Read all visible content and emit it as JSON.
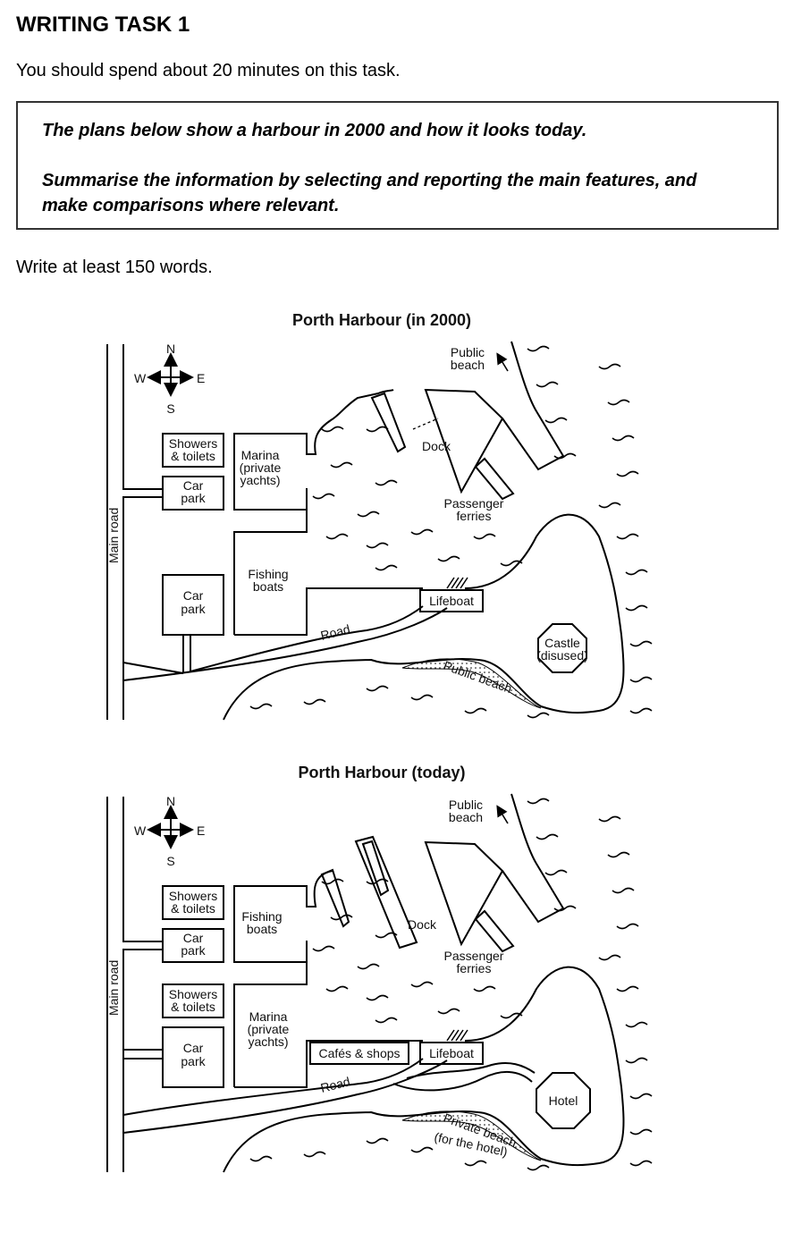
{
  "task": {
    "title": "WRITING TASK 1",
    "instruction": "You should spend about 20 minutes on this task.",
    "prompt_line1": "The plans below show a harbour in 2000 and how it looks today.",
    "prompt_line2": "Summarise the information by selecting and reporting the main features, and make comparisons where relevant.",
    "word_requirement": "Write at least 150 words."
  },
  "maps": [
    {
      "title": "Porth Harbour (in 2000)",
      "compass": {
        "n": "N",
        "s": "S",
        "e": "E",
        "w": "W"
      },
      "labels": {
        "main_road": "Main road",
        "showers1": "Showers",
        "showers2": "& toilets",
        "carpark_top1": "Car",
        "carpark_top2": "park",
        "marina1": "Marina",
        "marina2": "(private",
        "marina3": "yachts)",
        "fishing1": "Fishing",
        "fishing2": "boats",
        "carpark_bottom1": "Car",
        "carpark_bottom2": "park",
        "dock": "Dock",
        "public_beach_n1": "Public",
        "public_beach_n2": "beach",
        "ferries1": "Passenger",
        "ferries2": "ferries",
        "lifeboat": "Lifeboat",
        "road": "Road",
        "castle1": "Castle",
        "castle2": "(disused)",
        "beach_s": "Public beach"
      }
    },
    {
      "title": "Porth Harbour (today)",
      "compass": {
        "n": "N",
        "s": "S",
        "e": "E",
        "w": "W"
      },
      "labels": {
        "main_road": "Main road",
        "showers1": "Showers",
        "showers2": "& toilets",
        "carpark_top1": "Car",
        "carpark_top2": "park",
        "fishing1": "Fishing",
        "fishing2": "boats",
        "showers_b1": "Showers",
        "showers_b2": "& toilets",
        "carpark_bottom1": "Car",
        "carpark_bottom2": "park",
        "marina1": "Marina",
        "marina2": "(private",
        "marina3": "yachts)",
        "cafes": "Cafés & shops",
        "dock": "Dock",
        "public_beach_n1": "Public",
        "public_beach_n2": "beach",
        "ferries1": "Passenger",
        "ferries2": "ferries",
        "lifeboat": "Lifeboat",
        "road": "Road",
        "hotel": "Hotel",
        "beach_s1": "Private beach",
        "beach_s2": "(for the hotel)"
      }
    }
  ]
}
